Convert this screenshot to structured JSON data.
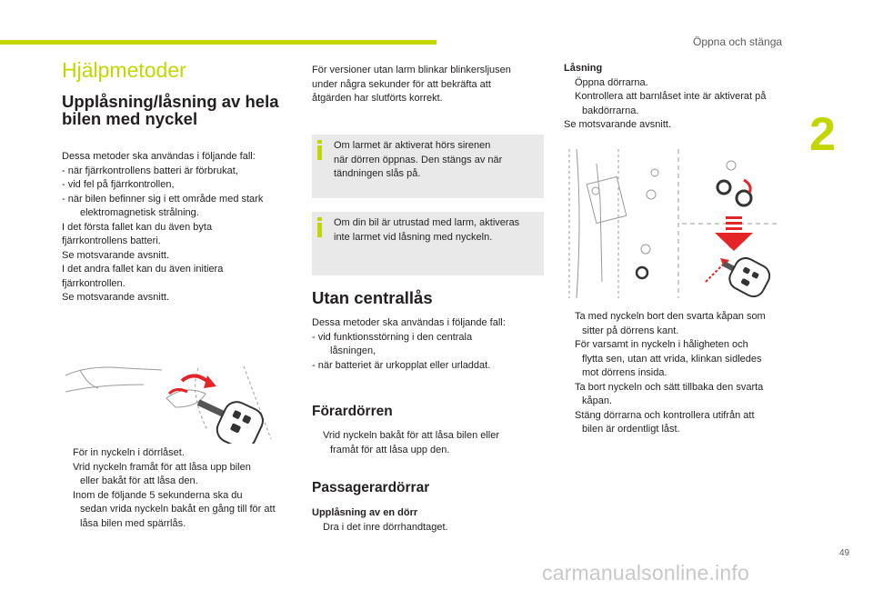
{
  "header": {
    "section": "Öppna och stänga",
    "chapter": "2",
    "page": "49"
  },
  "watermark": "carmanualsonline.info",
  "col1": {
    "title": "Hjälpmetoder",
    "subtitle": [
      "Upplåsning/låsning av hela",
      "bilen med nyckel"
    ],
    "lines": [
      "Dessa metoder ska användas i följande fall:",
      "-  när fjärrkontrollens batteri är förbrukat,",
      "-  vid fel på fjärrkontrollen,",
      "-  när bilen befinner sig i ett område med stark",
      "elektromagnetisk strålning.",
      "I det första fallet kan du även byta",
      "fjärrkontrollens batteri.",
      "Se motsvarande avsnitt.",
      "I det andra fallet kan du även initiera",
      "fjärrkontrollen.",
      "Se motsvarande avsnitt."
    ],
    "bullets": [
      [
        "För in nyckeln i dörrlåset."
      ],
      [
        "Vrid nyckeln framåt för att låsa upp bilen",
        "eller bakåt för att låsa den."
      ],
      [
        "Inom de följande 5 sekunderna ska du",
        "sedan vrida nyckeln bakåt en gång till för att",
        "låsa bilen med spärrlås."
      ]
    ]
  },
  "col2": {
    "intro": [
      "För versioner utan larm blinkar blinkersljusen",
      "under några sekunder för att bekräfta att",
      "åtgärden har slutförts korrekt."
    ],
    "info1": [
      "Om larmet är aktiverat hörs sirenen",
      "när dörren öppnas. Den stängs av när",
      "tändningen slås på."
    ],
    "info2": [
      "Om din bil är utrustad med larm, aktiveras",
      "inte larmet vid låsning med nyckeln."
    ],
    "heading": "Utan centrallås",
    "lines": [
      "Dessa metoder ska användas i följande fall:",
      "-  vid funktionsstörning i den centrala",
      "låsningen,",
      "-  när batteriet är urkopplat eller urladdat."
    ],
    "h_front": "Förardörren",
    "front_bullet": [
      "Vrid nyckeln bakåt för att låsa bilen eller",
      "framåt för att låsa upp den."
    ],
    "h_pass": "Passagerardörrar",
    "unlock_heading": "Upplåsning av en dörr",
    "unlock_bullet": "Dra i det inre dörrhandtaget."
  },
  "col3": {
    "lock_heading": "Låsning",
    "lock_bullets": [
      [
        "Öppna dörrarna."
      ],
      [
        "Kontrollera att barnlåset inte är aktiverat på",
        "bakdörrarna."
      ]
    ],
    "lock_after": "Se motsvarande avsnitt.",
    "bullets": [
      [
        "Ta med nyckeln bort den svarta kåpan som",
        "sitter på dörrens kant."
      ],
      [
        "För varsamt in nyckeln i håligheten och",
        "flytta sen, utan att vrida, klinkan sidledes",
        "mot dörrens insida."
      ],
      [
        "Ta bort nyckeln och sätt tillbaka den svarta",
        "kåpan."
      ],
      [
        "Stäng dörrarna och kontrollera utifrån att",
        "bilen är ordentligt låst."
      ]
    ]
  },
  "bullet_mark": ""
}
